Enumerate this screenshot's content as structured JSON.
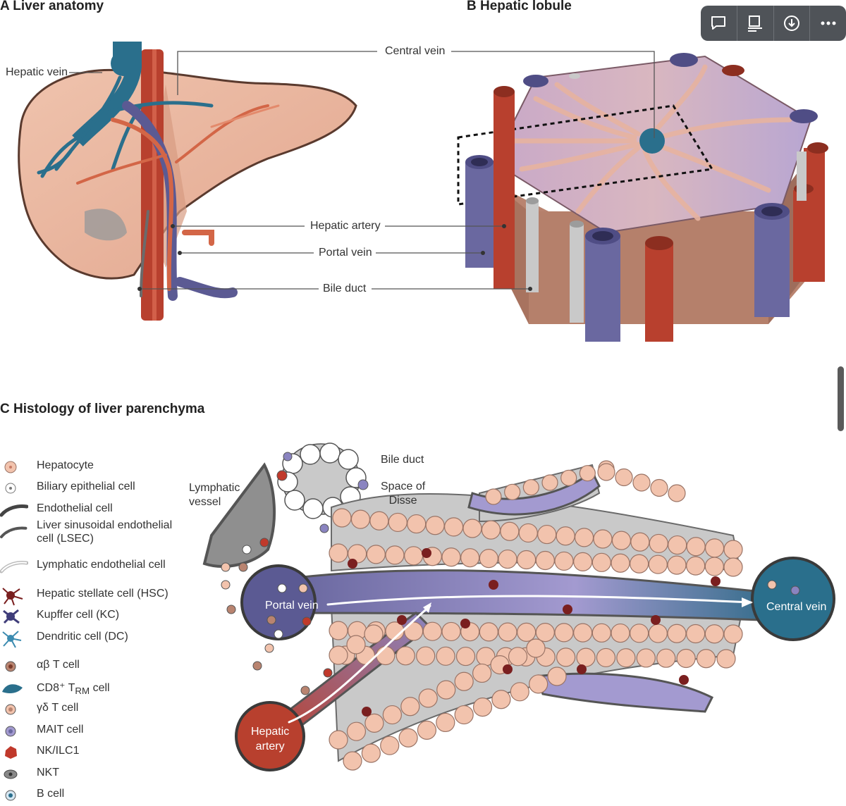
{
  "panels": {
    "a_title": "A  Liver anatomy",
    "b_title": "B  Hepatic lobule",
    "c_title": "C  Histology of liver parenchyma"
  },
  "labels": {
    "hepatic_vein": "Hepatic vein",
    "central_vein_top": "Central vein",
    "hepatic_artery": "Hepatic artery",
    "portal_vein": "Portal vein",
    "bile_duct": "Bile duct",
    "bile_duct_c": "Bile duct",
    "lymphatic_vessel": "Lymphatic\nvessel",
    "space_of_disse": "Space of\nDisse",
    "portal_vein_c": "Portal vein",
    "central_vein_c": "Central vein",
    "hepatic_artery_c": "Hepatic\nartery"
  },
  "legend": [
    {
      "icon": "hepatocyte-icon",
      "label": "Hepatocyte"
    },
    {
      "icon": "biliary-epithelial-cell-icon",
      "label": "Biliary epithelial cell"
    },
    {
      "icon": "endothelial-cell-icon",
      "label": "Endothelial cell"
    },
    {
      "icon": "lsec-icon",
      "label": "Liver sinusoidal endothelial cell (LSEC)"
    },
    {
      "icon": "lymphatic-endothelial-cell-icon",
      "label": "Lymphatic endothelial cell"
    },
    {
      "icon": "hepatic-stellate-cell-icon",
      "label": "Hepatic stellate cell (HSC)"
    },
    {
      "icon": "kupffer-cell-icon",
      "label": "Kupffer cell (KC)"
    },
    {
      "icon": "dendritic-cell-icon",
      "label": "Dendritic cell (DC)"
    },
    {
      "icon": "ab-t-cell-icon",
      "label": "αβ T cell"
    },
    {
      "icon": "cd8-trm-cell-icon",
      "label": "CD8⁺ T<sub>RM</sub> cell"
    },
    {
      "icon": "gd-t-cell-icon",
      "label": "γδ T cell"
    },
    {
      "icon": "mait-cell-icon",
      "label": "MAIT cell"
    },
    {
      "icon": "nk-ilc1-icon",
      "label": "NK/ILC1"
    },
    {
      "icon": "nkt-icon",
      "label": "NKT"
    },
    {
      "icon": "b-cell-icon",
      "label": "B cell"
    }
  ],
  "toolbar": [
    {
      "icon": "comment-icon"
    },
    {
      "icon": "reader-view-icon"
    },
    {
      "icon": "download-icon"
    },
    {
      "icon": "more-icon"
    }
  ],
  "colors": {
    "artery": "#b8402e",
    "portal": "#5b5a93",
    "hepatic_vein": "#2a6f8c",
    "bile": "#c9c9c9",
    "hepatocyte": "#f2c3ad",
    "liver": "#e9b8a0"
  }
}
